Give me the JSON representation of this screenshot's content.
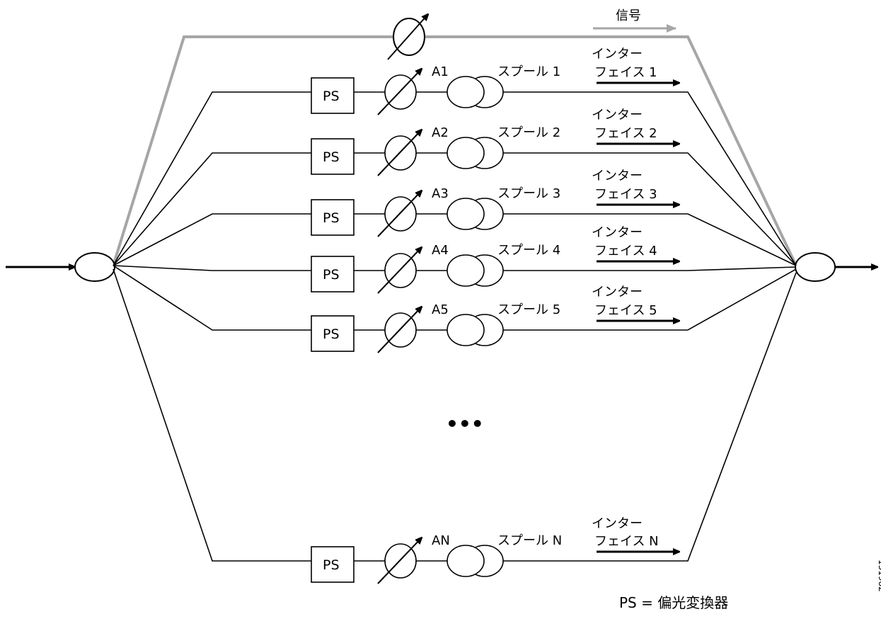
{
  "signal_label": "信号",
  "ps_label": "PS",
  "ellipsis": "•••",
  "legend": "PS = 偏光変換器",
  "figure_number": "151982",
  "branches": [
    {
      "attenuator": "A1",
      "spool": "スプール 1",
      "interface_line1": "インター",
      "interface_line2": "フェイス 1"
    },
    {
      "attenuator": "A2",
      "spool": "スプール 2",
      "interface_line1": "インター",
      "interface_line2": "フェイス 2"
    },
    {
      "attenuator": "A3",
      "spool": "スプール 3",
      "interface_line1": "インター",
      "interface_line2": "フェイス 3"
    },
    {
      "attenuator": "A4",
      "spool": "スプール 4",
      "interface_line1": "インター",
      "interface_line2": "フェイス 4"
    },
    {
      "attenuator": "A5",
      "spool": "スプール 5",
      "interface_line1": "インター",
      "interface_line2": "フェイス 5"
    },
    {
      "attenuator": "AN",
      "spool": "スプール N",
      "interface_line1": "インター",
      "interface_line2": "フェイス N"
    }
  ],
  "colors": {
    "line": "#000000",
    "signal_path": "#a6a6a6",
    "background": "#ffffff"
  }
}
